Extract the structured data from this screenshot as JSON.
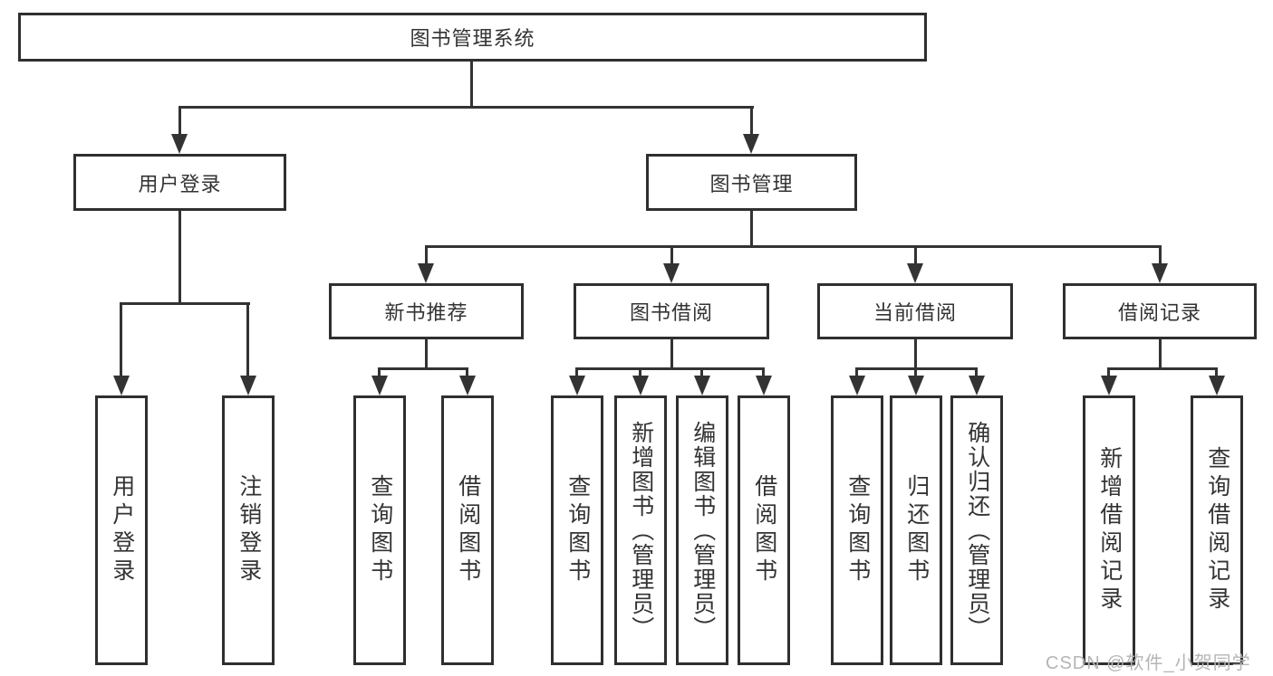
{
  "diagram": {
    "tree": {
      "root": {
        "label": "图书管理系统"
      },
      "branches": [
        {
          "label": "用户登录",
          "children": [
            {
              "label": "用户登录"
            },
            {
              "label": "注销登录"
            }
          ]
        },
        {
          "label": "图书管理",
          "children": [
            {
              "label": "新书推荐",
              "children": [
                {
                  "label": "查询图书"
                },
                {
                  "label": "借阅图书"
                }
              ]
            },
            {
              "label": "图书借阅",
              "children": [
                {
                  "label": "查询图书"
                },
                {
                  "label": "新增图书（管理员）"
                },
                {
                  "label": "编辑图书（管理员）"
                },
                {
                  "label": "借阅图书"
                }
              ]
            },
            {
              "label": "当前借阅",
              "children": [
                {
                  "label": "查询图书"
                },
                {
                  "label": "归还图书"
                },
                {
                  "label": "确认归还（管理员）"
                }
              ]
            },
            {
              "label": "借阅记录",
              "children": [
                {
                  "label": "新增借阅记录"
                },
                {
                  "label": "查询借阅记录"
                }
              ]
            }
          ]
        }
      ]
    },
    "colors": {
      "line": "#333333",
      "text": "#333333",
      "box_background": "#ffffff",
      "watermark": "#b5b5b5"
    },
    "watermark": "CSDN @软件_小贺同学"
  }
}
